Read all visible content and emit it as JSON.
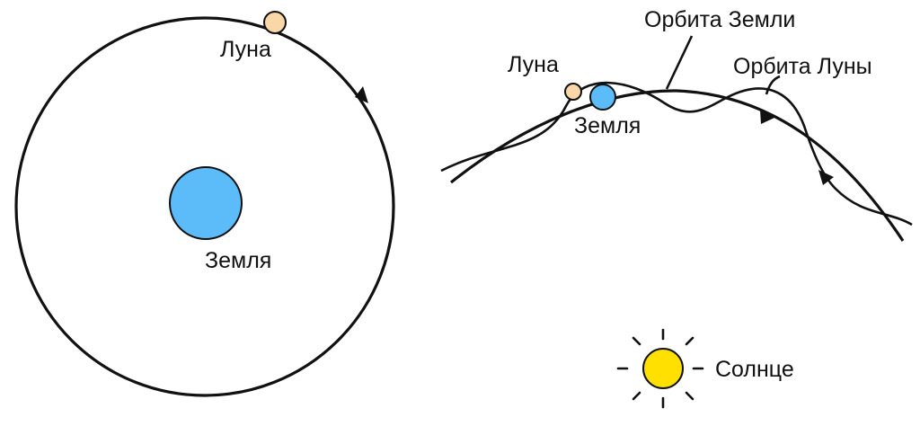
{
  "labels": {
    "moon_left": "Луна",
    "earth_left": "Земля",
    "earth_orbit": "Орбита Земли",
    "moon_right": "Луна",
    "moon_orbit": "Орбита Луны",
    "earth_right": "Земля",
    "sun": "Солнце"
  },
  "colors": {
    "stroke": "#111111",
    "earth_fill": "#5bbcf9",
    "moon_fill": "#f9d7a8",
    "sun_fill": "#ffe000"
  }
}
